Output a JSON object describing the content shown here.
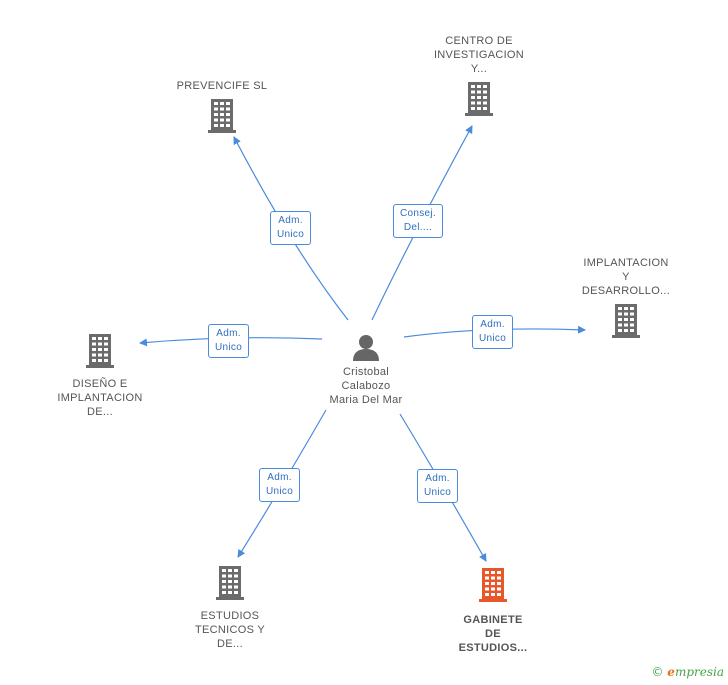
{
  "center": {
    "name": "Cristobal\nCalabozo\nMaria Del Mar",
    "icon": "person-icon"
  },
  "companies": [
    {
      "name": "PREVENCIFE SL",
      "icon": "building-icon",
      "highlight": false
    },
    {
      "name": "CENTRO DE\nINVESTIGACION\nY...",
      "icon": "building-icon",
      "highlight": false
    },
    {
      "name": "IMPLANTACION\nY\nDESARROLLO...",
      "icon": "building-icon",
      "highlight": false
    },
    {
      "name": "DISEÑO E\nIMPLANTACION\nDE...",
      "icon": "building-icon",
      "highlight": false
    },
    {
      "name": "ESTUDIOS\nTECNICOS Y\nDE...",
      "icon": "building-icon",
      "highlight": false
    },
    {
      "name": "GABINETE\nDE\nESTUDIOS...",
      "icon": "building-icon",
      "highlight": true
    }
  ],
  "relations": [
    {
      "label": "Adm.\nUnico"
    },
    {
      "label": "Consej.\nDel...."
    },
    {
      "label": "Adm.\nUnico"
    },
    {
      "label": "Adm.\nUnico"
    },
    {
      "label": "Adm.\nUnico"
    },
    {
      "label": "Adm.\nUnico"
    }
  ],
  "colors": {
    "edge": "#4a8bdc",
    "building": "#6b6b6b",
    "building_highlight": "#e8572a",
    "person": "#666666"
  },
  "footer": {
    "copyright_symbol": "©",
    "brand_first": "e",
    "brand_rest": "mpresia"
  }
}
